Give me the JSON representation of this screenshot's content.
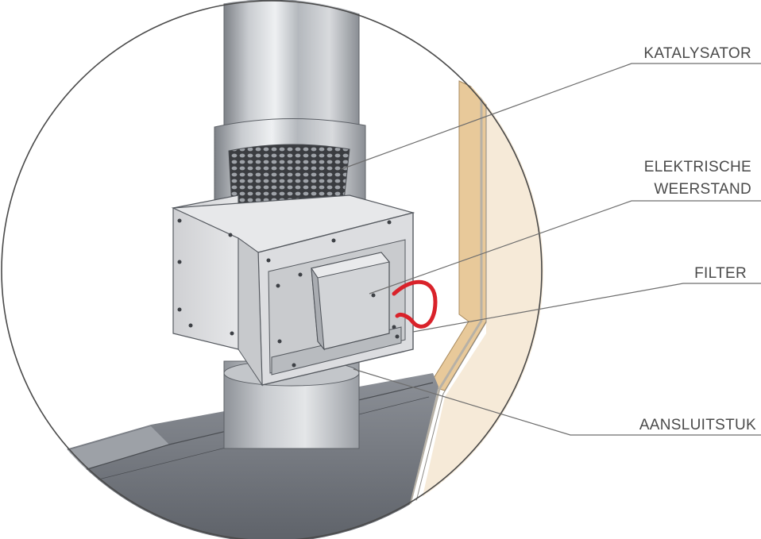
{
  "figure": {
    "subject": "catalytic converter unit mounted on flue pipe above hood",
    "colors": {
      "pipe_steel": "#b9bcc0",
      "box_steel": "#d6d7d9",
      "hood_grey": "#6d7178",
      "wall_wood": "#e8c99a",
      "wall_plaster": "#f6ead8",
      "heating_wire": "#d9222a",
      "leader_line": "#6e6e6e",
      "label_text": "#4a4a4a"
    }
  },
  "callouts": {
    "katalysator": "KATALYSATOR",
    "weerstand_line1": "ELEKTRISCHE",
    "weerstand_line2": "WEERSTAND",
    "filter": "FILTER",
    "aansluitstuk": "AANSLUITSTUK"
  }
}
